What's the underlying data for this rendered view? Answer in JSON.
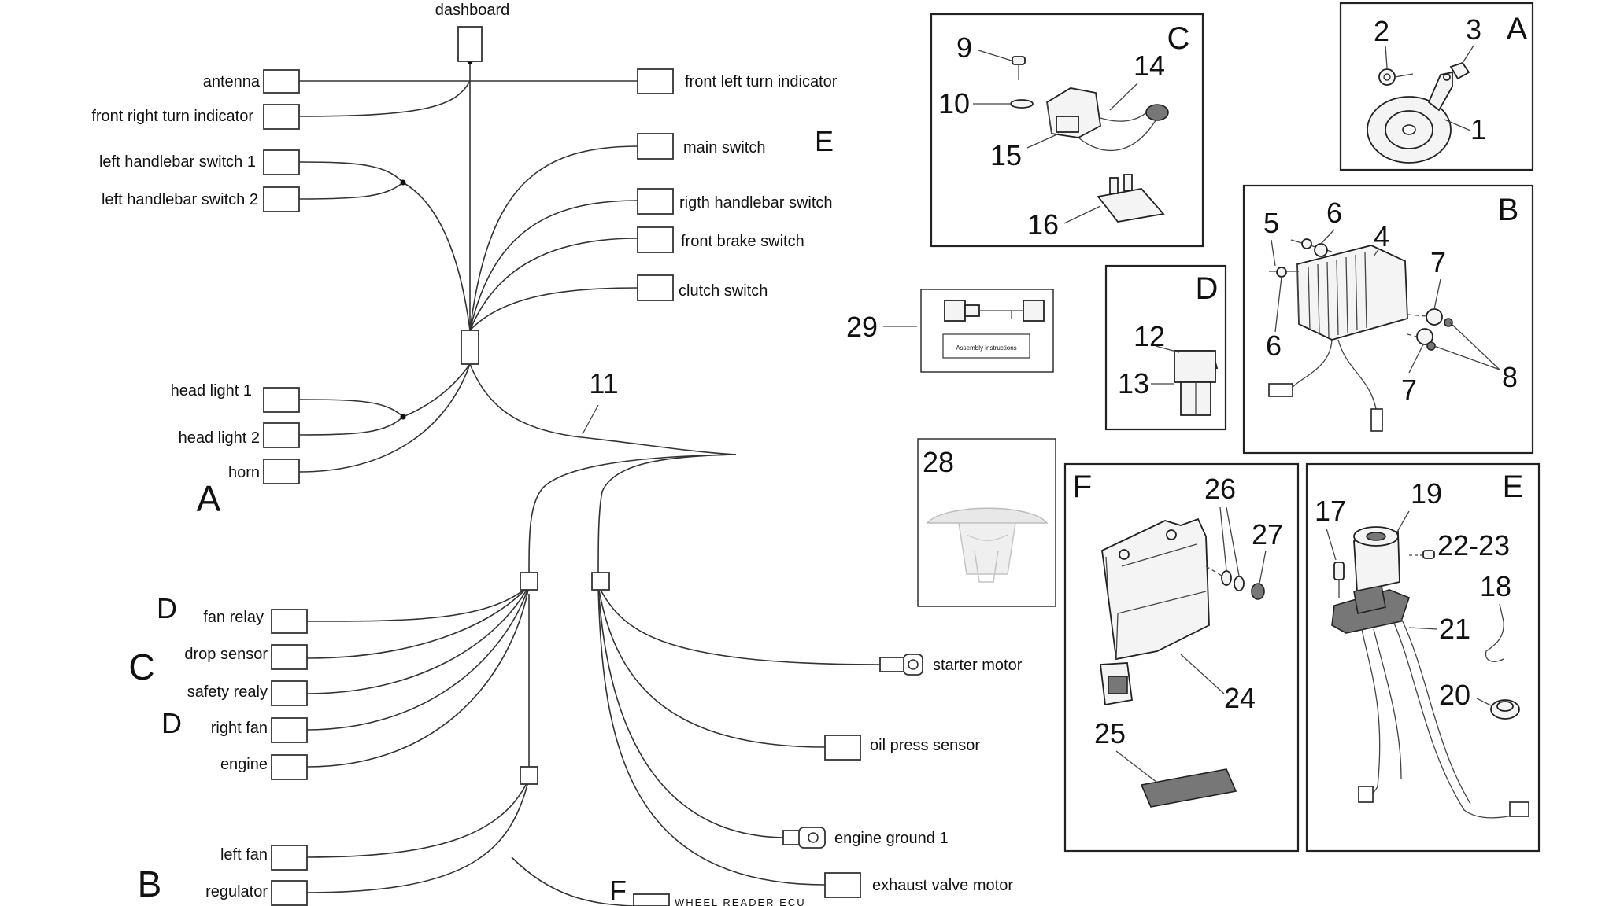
{
  "harness": {
    "top_label": "dashboard",
    "part_number": "11",
    "left_connectors": [
      {
        "label": "antenna"
      },
      {
        "label": "front right turn indicator"
      },
      {
        "label": "left handlebar switch 1"
      },
      {
        "label": "left handlebar switch 2"
      },
      {
        "label": "head light 1"
      },
      {
        "label": "head light 2"
      },
      {
        "label": "horn"
      }
    ],
    "right_connectors": [
      {
        "label": "front left turn indicator"
      },
      {
        "label": "main switch"
      },
      {
        "label": "rigth handlebar switch"
      },
      {
        "label": "front brake switch"
      },
      {
        "label": "clutch switch"
      }
    ],
    "lower_left_connectors": [
      {
        "label": "fan relay"
      },
      {
        "label": "drop sensor"
      },
      {
        "label": "safety realy"
      },
      {
        "label": "right fan"
      },
      {
        "label": "engine"
      },
      {
        "label": "left fan"
      },
      {
        "label": "regulator"
      }
    ],
    "lower_right_connectors": [
      {
        "label": "starter motor"
      },
      {
        "label": "oil press sensor"
      },
      {
        "label": "engine ground 1"
      },
      {
        "label": "exhaust valve motor"
      }
    ],
    "ecu_label": "WHEEL READER ECU",
    "group_letters": {
      "horn_group": "A",
      "main_switch_group": "E",
      "fan_relay_group": "D",
      "drop_sensor_group": "C",
      "right_fan_group": "D",
      "regulator_group": "B",
      "ecu_group": "F"
    }
  },
  "panels": {
    "A": {
      "letter": "A",
      "parts": [
        "1",
        "2",
        "3"
      ]
    },
    "B": {
      "letter": "B",
      "parts": [
        "4",
        "5",
        "6",
        "6",
        "7",
        "7",
        "8"
      ]
    },
    "C": {
      "letter": "C",
      "parts": [
        "9",
        "10",
        "14",
        "15",
        "16"
      ]
    },
    "D": {
      "letter": "D",
      "parts": [
        "12",
        "13"
      ]
    },
    "E": {
      "letter": "E",
      "parts": [
        "17",
        "18",
        "19",
        "20",
        "21",
        "22-23"
      ]
    },
    "F": {
      "letter": "F",
      "parts": [
        "24",
        "25",
        "26",
        "27"
      ]
    },
    "p28": {
      "number": "28"
    },
    "p29": {
      "number": "29",
      "kit_caption": "Assembly instructions"
    }
  }
}
